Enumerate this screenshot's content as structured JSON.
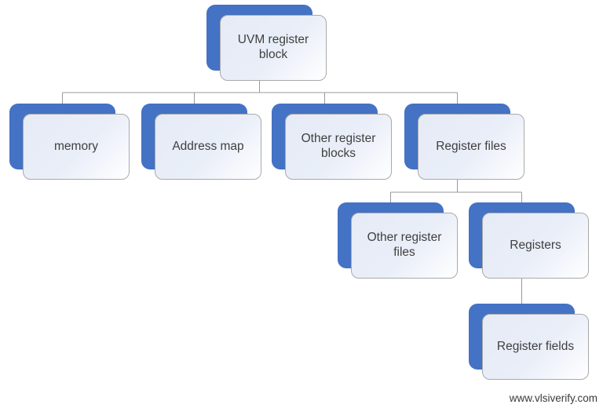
{
  "diagram": {
    "type": "hierarchy",
    "nodes": {
      "root": {
        "label": "UVM register block",
        "parent": null
      },
      "memory": {
        "label": "memory",
        "parent": "root"
      },
      "address_map": {
        "label": "Address map",
        "parent": "root"
      },
      "other_register_blocks": {
        "label": "Other register blocks",
        "parent": "root"
      },
      "register_files": {
        "label": "Register files",
        "parent": "root"
      },
      "other_register_files": {
        "label": "Other register files",
        "parent": "register_files"
      },
      "registers": {
        "label": "Registers",
        "parent": "register_files"
      },
      "register_fields": {
        "label": "Register fields",
        "parent": "registers"
      }
    },
    "colors": {
      "accent_blue": "#4472c4",
      "card_fill_light": "#e9eef8",
      "card_border": "#a9a9a9",
      "connector": "#9a9a9a",
      "text": "#3f3f3f"
    }
  },
  "watermark": "www.vlsiverify.com"
}
